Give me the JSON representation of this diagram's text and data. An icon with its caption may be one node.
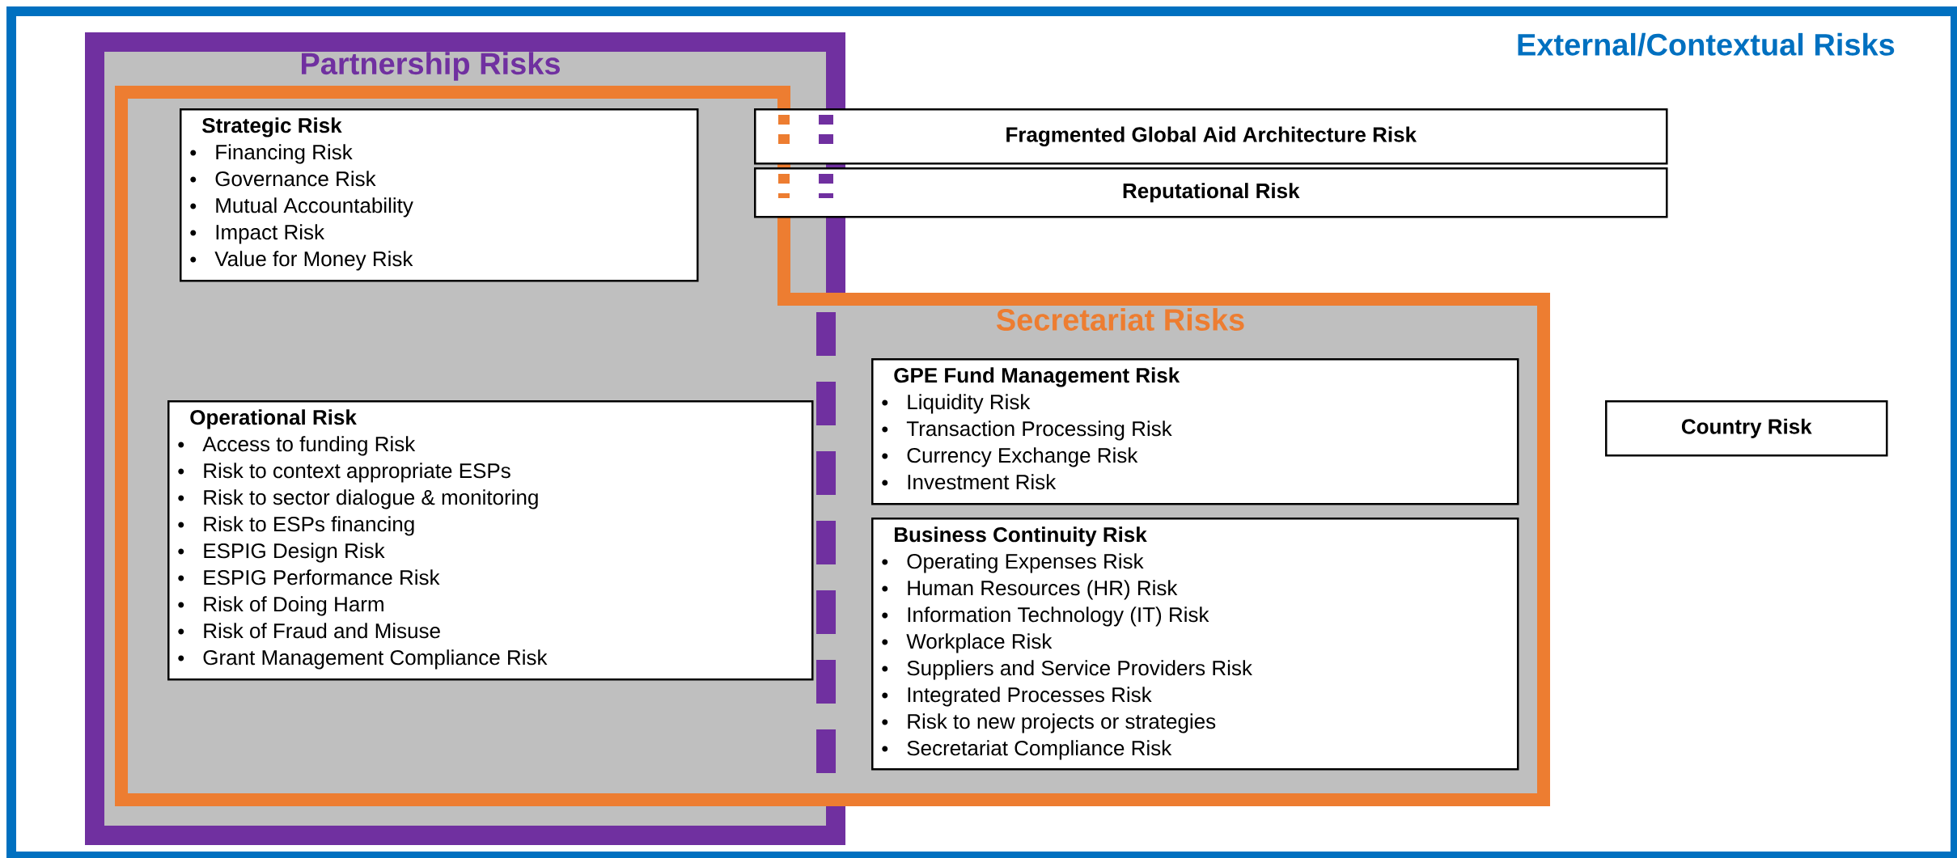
{
  "diagram": {
    "nodes": [
      {
        "text": [
          "External/Contextual Risks"
        ]
      },
      {
        "text": [
          "Partnership Risks"
        ],
        "in": 0
      },
      {
        "text": [
          "Secretariat Risks"
        ],
        "in": 0
      },
      {
        "text": [
          "Strategic Risk",
          "Financing Risk",
          "Governance Risk",
          "Mutual Accountability",
          "Impact Risk",
          "Value for Money Risk"
        ],
        "in": 1
      },
      {
        "text": [
          "Fragmented Global Aid Architecture Risk"
        ],
        "in": 0
      },
      {
        "text": [
          "Reputational Risk"
        ],
        "in": 0
      },
      {
        "text": [
          "GPE Fund Management Risk",
          "Liquidity Risk",
          "Transaction Processing Risk",
          "Currency Exchange Risk",
          "Investment Risk"
        ],
        "in": 2
      },
      {
        "text": [
          "Operational Risk",
          "Access to funding Risk",
          "Risk to context appropriate ESPs",
          "Risk to sector dialogue & monitoring",
          "Risk to ESPs financing",
          "ESPIG Design Risk",
          "ESPIG Performance Risk",
          "Risk of Doing Harm",
          "Risk of Fraud and Misuse",
          "Grant Management Compliance Risk"
        ],
        "in": 1
      },
      {
        "text": [
          "Country Risk"
        ],
        "in": 0
      },
      {
        "text": [
          "Business Continuity Risk",
          "Operating Expenses Risk",
          "Human Resources (HR) Risk",
          "Information Technology (IT) Risk",
          "Workplace Risk",
          "Suppliers and Service Providers Risk",
          "Integrated Processes Risk",
          "Risk to new projects or strategies",
          "Secretariat Compliance Risk"
        ],
        "in": 2
      }
    ]
  }
}
